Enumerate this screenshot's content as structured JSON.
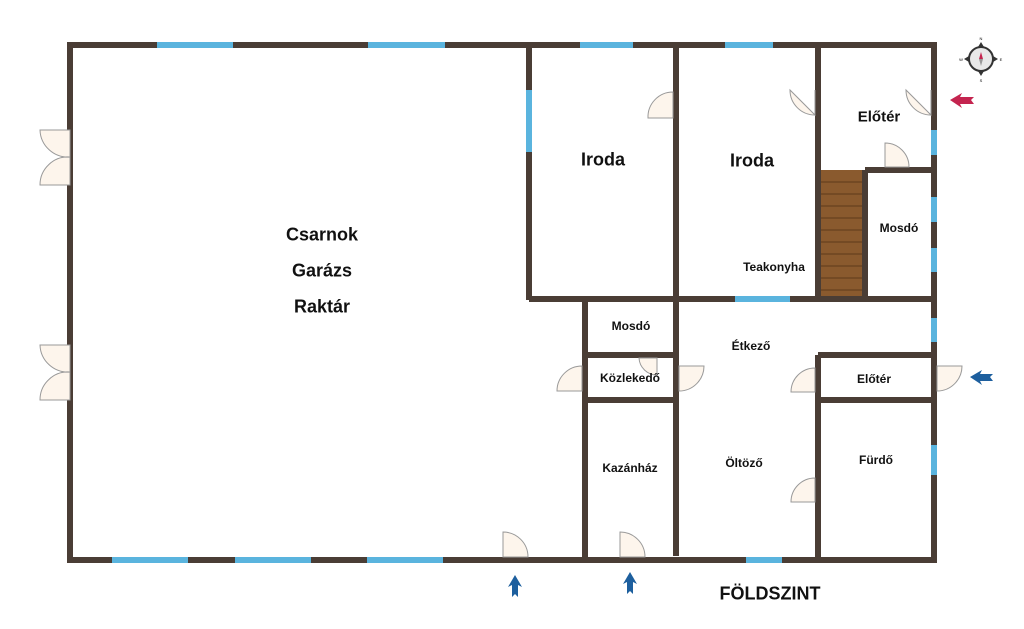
{
  "title": "FÖLDSZINT",
  "rooms": {
    "csarnok": "Csarnok",
    "garazs": "Garázs",
    "raktar": "Raktár",
    "iroda1": "Iroda",
    "iroda2": "Iroda",
    "eloter_top": "Előtér",
    "mosdo_right": "Mosdó",
    "teakonyha": "Teakonyha",
    "mosdo_mid": "Mosdó",
    "kozlekedo": "Közlekedő",
    "etkezo": "Étkező",
    "eloter_right": "Előtér",
    "kazanhaz": "Kazánház",
    "oltozo": "Öltöző",
    "furdo": "Fürdő"
  },
  "compass": {
    "n": "N",
    "e": "E",
    "s": "S",
    "w": "W"
  },
  "colors": {
    "wall": "#4a3d35",
    "window": "#5ab4de",
    "door": "#fdf5ec",
    "stairs": "#8a5a2e",
    "arrow_main": "#c4244f",
    "arrow_entry": "#1d5f9e"
  }
}
